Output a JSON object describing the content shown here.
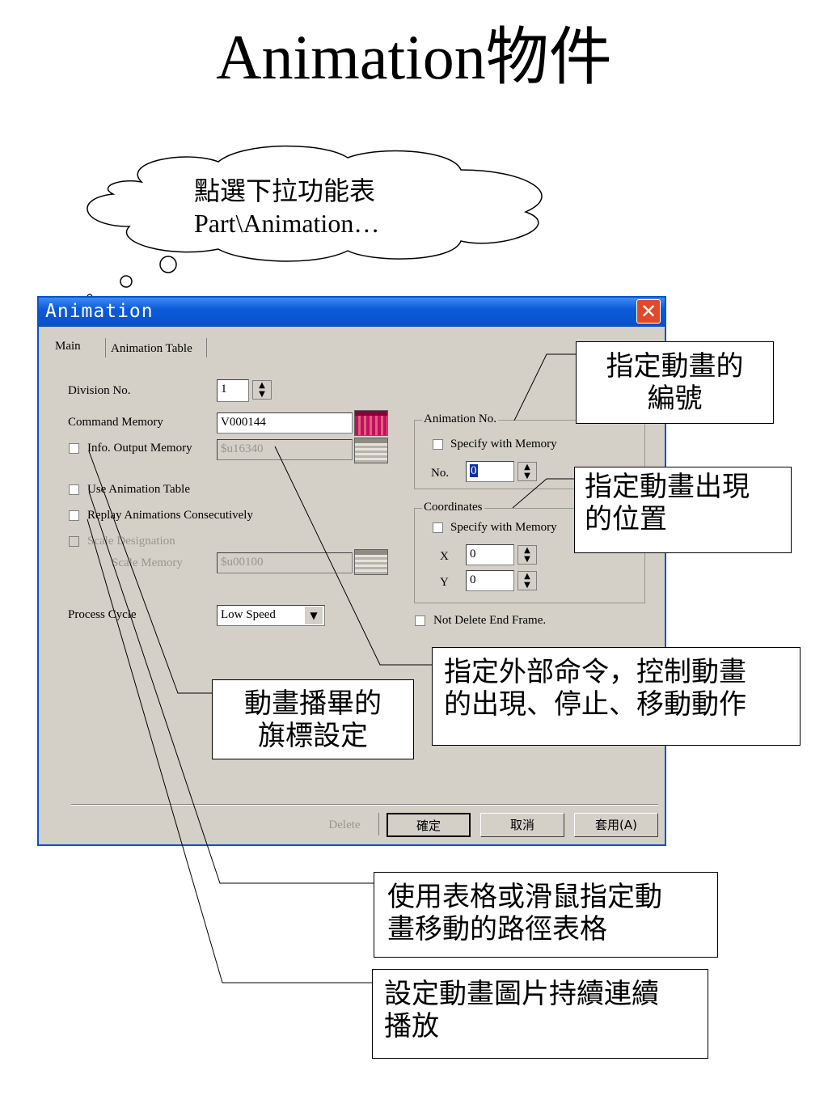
{
  "slide": {
    "title": "Animation物件",
    "cloud_text_line1": "點選下拉功能表",
    "cloud_text_line2": "Part\\Animation…"
  },
  "dialog": {
    "title": "Animation",
    "close_glyph": "✕",
    "tabs": [
      "Main",
      "Animation Table"
    ],
    "division_label": "Division No.",
    "division_value": "1",
    "command_memory_label": "Command Memory",
    "command_memory_value": "V000144",
    "info_output_label": "Info. Output Memory",
    "info_output_value": "$u16340",
    "use_table_label": "Use Animation Table",
    "replay_label": "Replay Animations Consecutively",
    "scale_designation_label": "Scale Designation",
    "scale_memory_label": "Scale Memory",
    "scale_memory_value": "$u00100",
    "process_cycle_label": "Process Cycle",
    "process_cycle_value": "Low Speed",
    "animation_no_group": "Animation No.",
    "anim_specify_label": "Specify with Memory",
    "anim_no_label": "No.",
    "anim_no_value": "0",
    "coordinates_group": "Coordinates",
    "coord_specify_label": "Specify with Memory",
    "x_label": "X",
    "x_value": "0",
    "y_label": "Y",
    "y_value": "0",
    "not_delete_label": "Not Delete End Frame.",
    "buttons": {
      "delete": "Delete",
      "ok": "確定",
      "cancel": "取消",
      "apply": "套用(A)"
    }
  },
  "callouts": {
    "anim_number_l1": "指定動畫的",
    "anim_number_l2": "編號",
    "position_l1": "指定動畫出現",
    "position_l2": "的位置",
    "external_l1": "指定外部命令，控制動畫",
    "external_l2": "的出現、停止、移動動作",
    "flag_l1": "動畫播畢的",
    "flag_l2": "旗標設定",
    "table_l1": "使用表格或滑鼠指定動",
    "table_l2": "畫移動的路徑表格",
    "replay_l1": "設定動畫圖片持續連續",
    "replay_l2": "播放"
  }
}
